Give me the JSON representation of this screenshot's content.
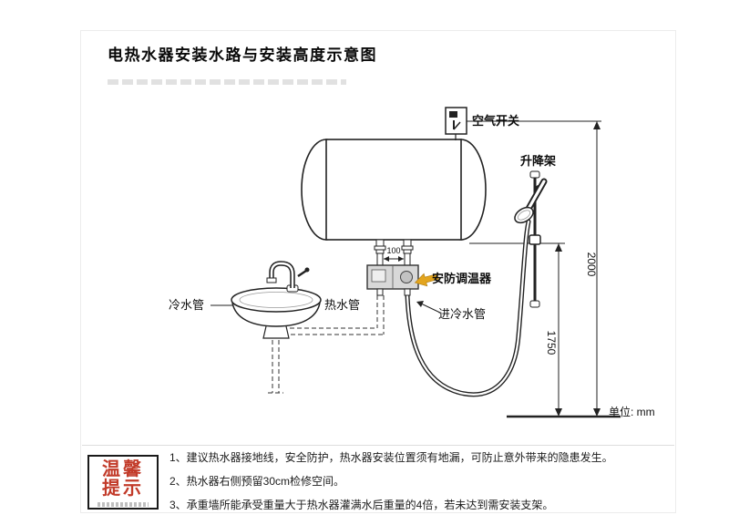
{
  "page": {
    "title": "电热水器安装水路与安装高度示意图",
    "unit_label": "单位: mm"
  },
  "diagram": {
    "labels": {
      "air_switch": "空气开关",
      "lift_rail": "升降架",
      "thermostat": "安防调温器",
      "inlet_cold_pipe": "进冷水管",
      "cold_pipe": "冷水管",
      "hot_pipe": "热水管"
    },
    "dimensions": {
      "total_height": "2000",
      "outlet_height": "1750",
      "pipe_spacing": "100"
    }
  },
  "tips": {
    "badge_line1": "温馨",
    "badge_line2": "提示",
    "items": [
      "1、建议热水器接地线，安全防护，热水器安装位置须有地漏，可防止意外带来的隐患发生。",
      "2、热水器右侧预留30cm检修空间。",
      "3、承重墙所能承受重量大于热水器灌满水后重量的4倍，若未达到需安装支架。"
    ]
  },
  "colors": {
    "accent_red": "#c23b2a",
    "arrow_yellow": "#e3a51e",
    "line_black": "#222222"
  }
}
